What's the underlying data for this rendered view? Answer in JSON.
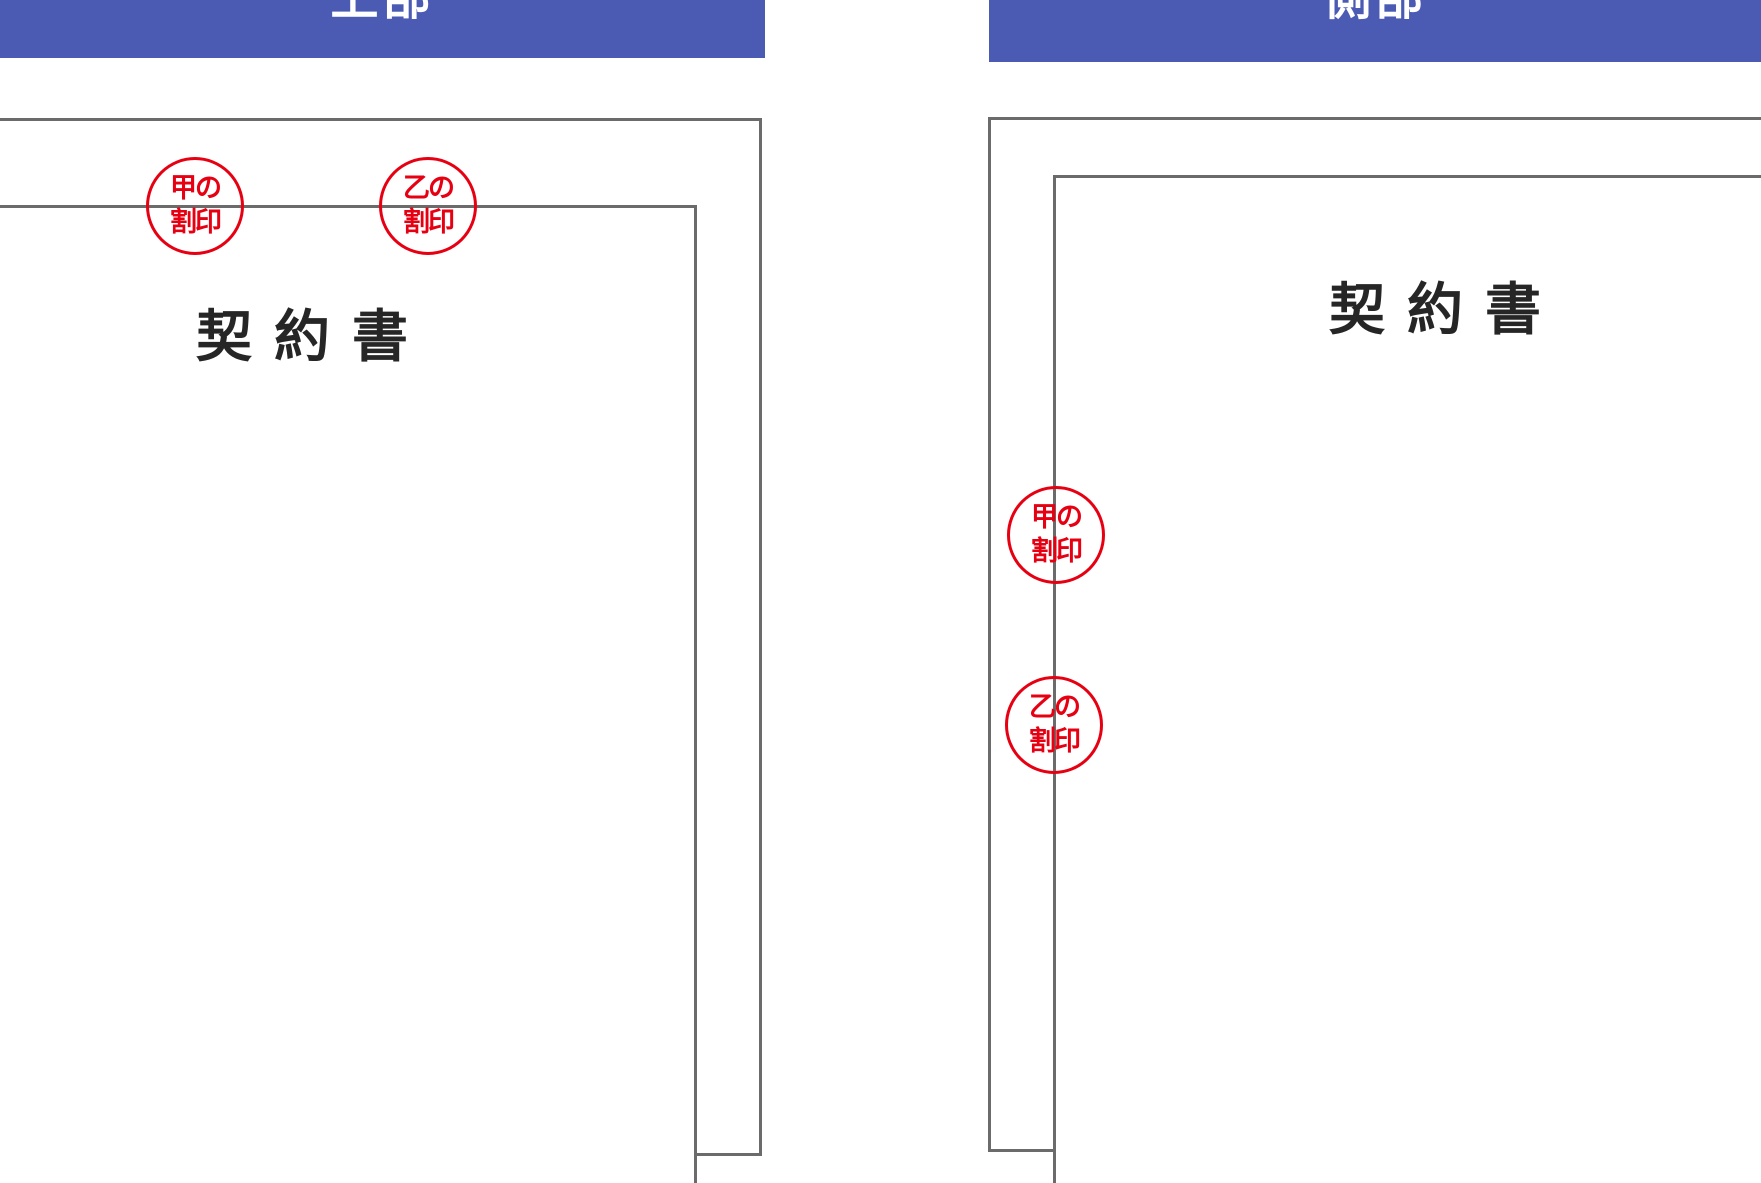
{
  "panels": [
    {
      "header": "上部",
      "document_title": "契約書",
      "seals": [
        {
          "line1": "甲の",
          "line2": "割印"
        },
        {
          "line1": "乙の",
          "line2": "割印"
        }
      ]
    },
    {
      "header": "側部",
      "document_title": "契約書",
      "seals": [
        {
          "line1": "甲の",
          "line2": "割印"
        },
        {
          "line1": "乙の",
          "line2": "割印"
        }
      ]
    }
  ],
  "colors": {
    "header_bg": "#4b5ab3",
    "sheet_border": "#6b6b6b",
    "seal": "#e60012",
    "title_text": "#262626"
  }
}
